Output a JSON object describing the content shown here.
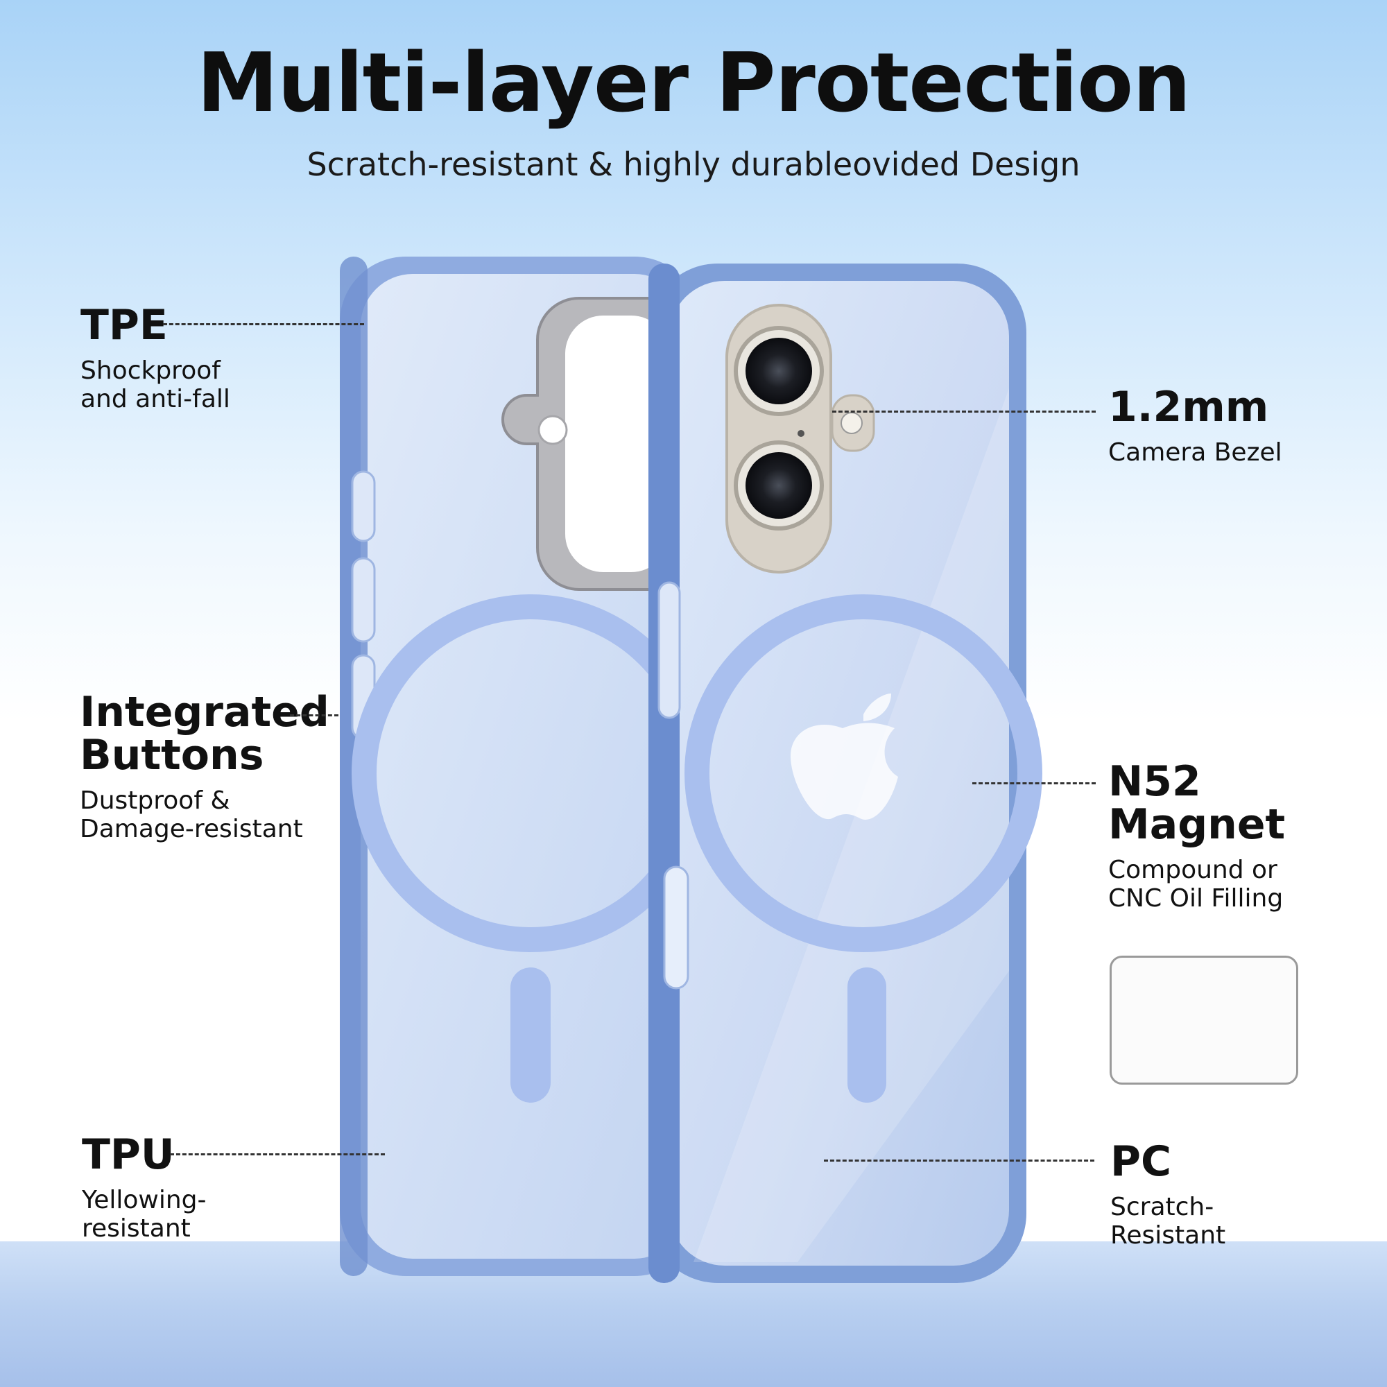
{
  "title": "Multi-layer Protection",
  "subtitle": "Scratch-resistant & highly durableovided Design",
  "features": {
    "tpe": {
      "head": "TPE",
      "desc_line1": "Shockproof",
      "desc_line2": "and anti-fall"
    },
    "buttons": {
      "head_line1": "Integrated",
      "head_line2": "Buttons",
      "desc_line1": "Dustproof &",
      "desc_line2": "Damage-resistant"
    },
    "tpu": {
      "head": "TPU",
      "desc_line1": "Yellowing-",
      "desc_line2": "resistant"
    },
    "bezel": {
      "head": "1.2mm",
      "desc": "Camera Bezel"
    },
    "magnet": {
      "head_line1": "N52",
      "head_line2": "Magnet",
      "desc_line1": "Compound or",
      "desc_line2": "CNC Oil Filling"
    },
    "pc": {
      "head": "PC",
      "desc_line1": "Scratch-",
      "desc_line2": "Resistant"
    }
  },
  "colors": {
    "frame_blue": "#7f9fd8",
    "ring_blue": "#a9bfee",
    "bezel_metal": "#d8d2c8",
    "text": "#111111"
  }
}
